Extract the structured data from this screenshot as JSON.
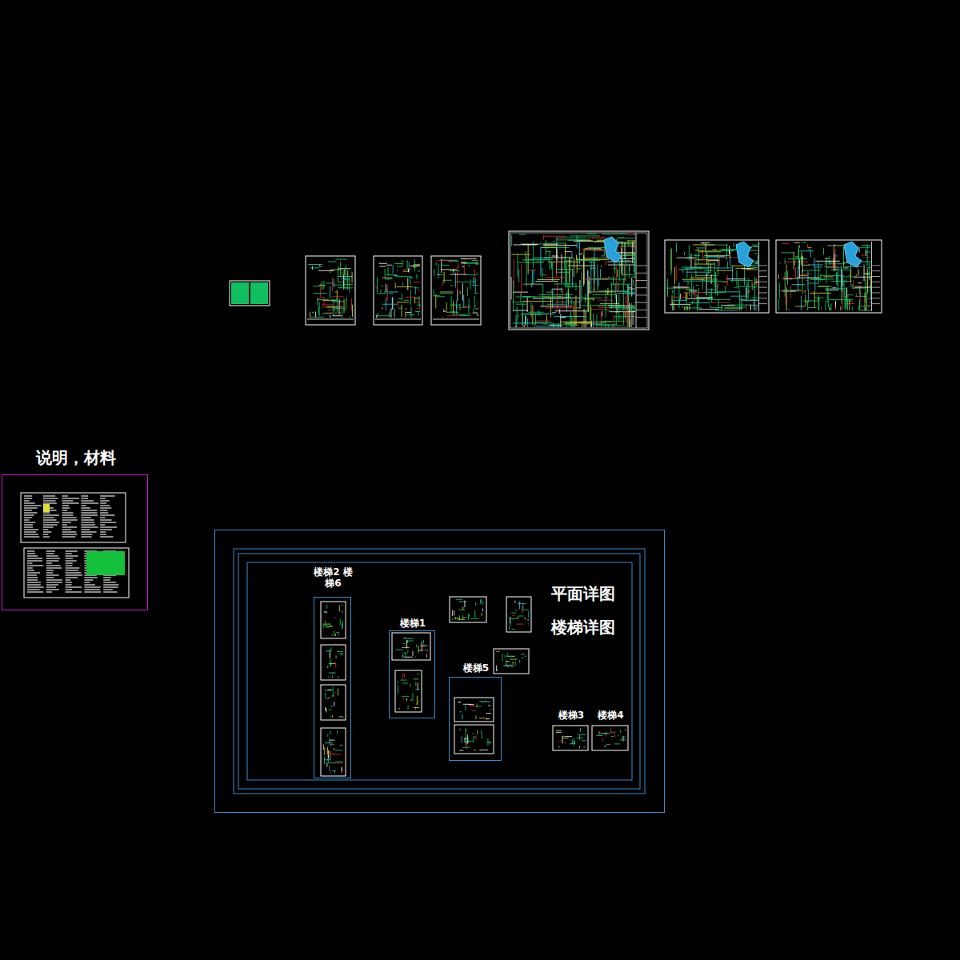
{
  "diagram": {
    "nodes": [
      {
        "text": [
          "平面详图",
          "楼梯详图"
        ]
      },
      {
        "text": [
          "楼梯2 楼梯6"
        ],
        "in": 0
      },
      {
        "text": [
          "楼梯1"
        ],
        "in": 0
      },
      {
        "text": [
          "楼梯5"
        ],
        "in": 0
      },
      {
        "text": [
          "楼梯3"
        ],
        "in": 0
      },
      {
        "text": [
          "楼梯4"
        ],
        "in": 0
      },
      {
        "text": [
          "说明，材料"
        ]
      }
    ],
    "labels": [
      "平面"
    ]
  }
}
